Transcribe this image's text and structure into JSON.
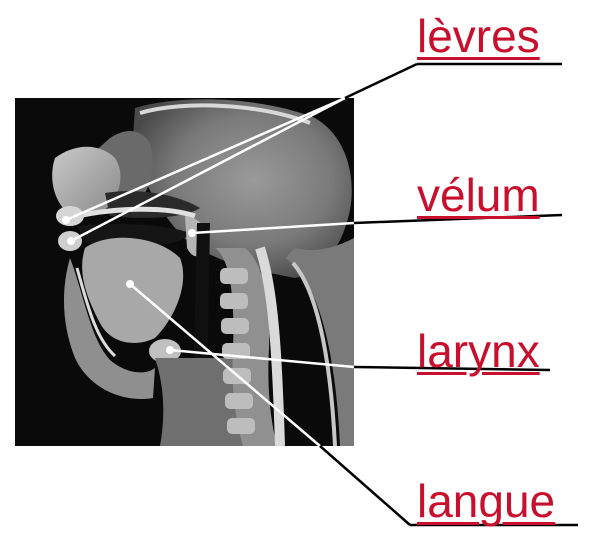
{
  "labels": {
    "levres": "lèvres",
    "velum": "vélum",
    "larynx": "larynx",
    "langue": "langue"
  },
  "colors": {
    "label_text": "#c8102e",
    "leader_line": "#000000",
    "pointer_line": "#ffffff",
    "image_background": "#0a0a0a"
  }
}
